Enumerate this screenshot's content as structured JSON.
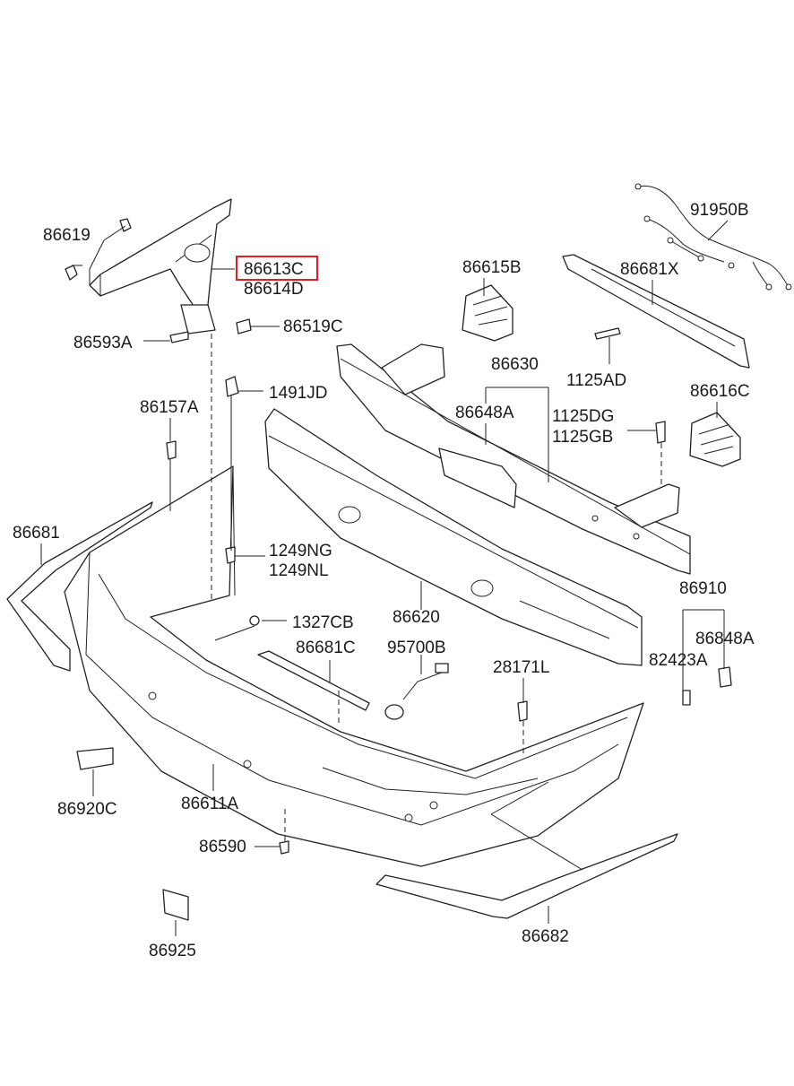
{
  "highlight_color": "#e02020",
  "parts": {
    "p86619": "86619",
    "p86613C": "86613C",
    "p86614D": "86614D",
    "p86519C": "86519C",
    "p86593A": "86593A",
    "p86615B": "86615B",
    "p86681X": "86681X",
    "p91950B": "91950B",
    "p1125AD": "1125AD",
    "p86630": "86630",
    "p86648A": "86648A",
    "p86616C": "86616C",
    "p1125DG": "1125DG",
    "p1125GB": "1125GB",
    "p1491JD": "1491JD",
    "p86157A": "86157A",
    "p86681": "86681",
    "p1249NG": "1249NG",
    "p1249NL": "1249NL",
    "p86620": "86620",
    "p1327CB": "1327CB",
    "p86681C": "86681C",
    "p95700B": "95700B",
    "p86910": "86910",
    "p86848A": "86848A",
    "p82423A": "82423A",
    "p28171L": "28171L",
    "p86920C": "86920C",
    "p86611A": "86611A",
    "p86590": "86590",
    "p86925": "86925",
    "p86682": "86682"
  }
}
